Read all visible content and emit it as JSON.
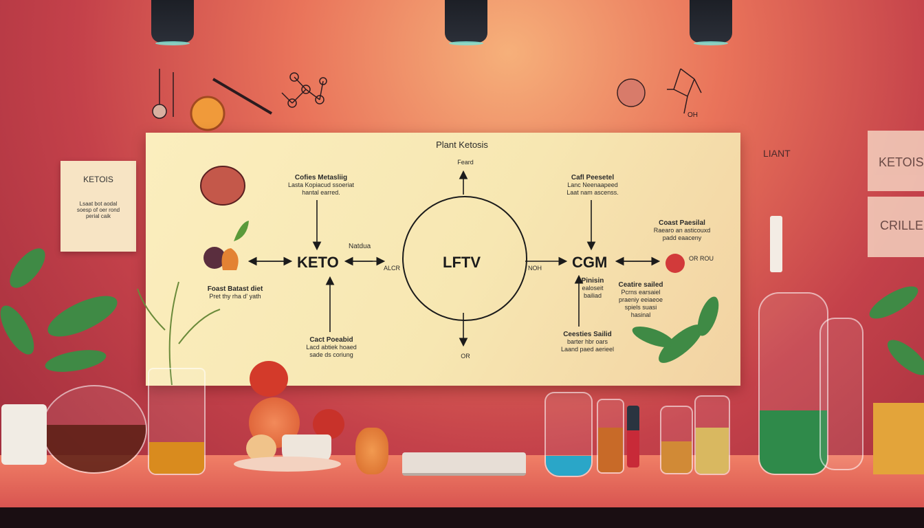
{
  "board": {
    "title": "Plant Ketosis",
    "center": "LFTV",
    "keto": "KETO",
    "cgm": "CGM",
    "top_label": "Feard",
    "bottom_label": "OR",
    "left_small": "Natdua",
    "left_side": "ALCR",
    "right_side": "NOH",
    "block_top_left": {
      "head": "Cofies Metasliig",
      "lines": [
        "Lasta Kopiacud ssoeriat",
        "hantal earred."
      ]
    },
    "block_top_right": {
      "head": "Cafl Peesetel",
      "lines": [
        "Lanc Neenaapeed",
        "Laat nam ascenss."
      ]
    },
    "block_left": {
      "head": "Foast Batast diet",
      "lines": [
        "Pret thy rha d' yath"
      ]
    },
    "block_bottom_left": {
      "head": "Cact Poeabid",
      "lines": [
        "Lacd abtiek hoaed",
        "sade ds coriung"
      ]
    },
    "block_right_mid": {
      "head": "Pinisin",
      "lines": [
        "ealoseit",
        "bailiad"
      ]
    },
    "block_right_far": {
      "head": "Coast Paesilal",
      "lines": [
        "Raearo an asticouxd",
        "padd eaaceny"
      ]
    },
    "block_right_low": {
      "head": "Ceatire sailed",
      "lines": [
        "Pcrns earsaiel",
        "praeniy eeiaeoe",
        "spiels suasi",
        "hasinal"
      ]
    },
    "block_bottom_right": {
      "head": "Ceesties Sailid",
      "lines": [
        "barter hbr oars",
        "Laand paed aerieel"
      ]
    },
    "right_text": "OR ROU"
  },
  "notes": {
    "left_note_title": "KETOIS",
    "left_note_lines": [
      "Lsaat bot aodal",
      "soesp of oer rond",
      "perial caik"
    ],
    "right_card_1": "KETOISE",
    "right_card_2": "CRILLES",
    "wall_top_right": "LIANT",
    "molecule_label": "OH"
  },
  "colors": {
    "wall": "#c4414a",
    "board": "#f7e7b2",
    "counter": "#e8685a"
  }
}
